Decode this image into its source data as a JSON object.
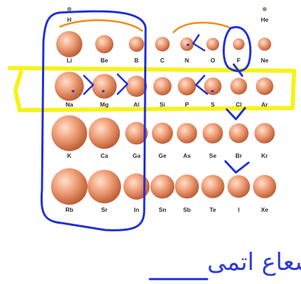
{
  "title": "شعاع اتمی",
  "colors": {
    "atom_light": "#ffe0cc",
    "atom_mid": "#f0a07a",
    "atom_dark": "#b8572e",
    "highlight": "#f4f200",
    "ink_blue": "#1f2fd6",
    "ink_orange": "#f08a1c"
  },
  "periodic_rows": [
    {
      "period": 1,
      "elements": [
        {
          "symbol": "H",
          "group": 1,
          "size": 0.12
        },
        {
          "symbol": "He",
          "group": 8,
          "size": 0.1
        }
      ]
    },
    {
      "period": 2,
      "elements": [
        {
          "symbol": "Li",
          "group": 1,
          "size": 0.72
        },
        {
          "symbol": "Be",
          "group": 2,
          "size": 0.5
        },
        {
          "symbol": "B",
          "group": 3,
          "size": 0.42
        },
        {
          "symbol": "C",
          "group": 4,
          "size": 0.4
        },
        {
          "symbol": "N",
          "group": 5,
          "size": 0.37
        },
        {
          "symbol": "O",
          "group": 6,
          "size": 0.35
        },
        {
          "symbol": "F",
          "group": 7,
          "size": 0.32
        },
        {
          "symbol": "Ne",
          "group": 8,
          "size": 0.36
        }
      ]
    },
    {
      "period": 3,
      "elements": [
        {
          "symbol": "Na",
          "group": 1,
          "size": 0.8
        },
        {
          "symbol": "Mg",
          "group": 2,
          "size": 0.68
        },
        {
          "symbol": "Al",
          "group": 3,
          "size": 0.58
        },
        {
          "symbol": "Si",
          "group": 4,
          "size": 0.5
        },
        {
          "symbol": "P",
          "group": 5,
          "size": 0.5
        },
        {
          "symbol": "S",
          "group": 6,
          "size": 0.48
        },
        {
          "symbol": "Cl",
          "group": 7,
          "size": 0.46
        },
        {
          "symbol": "Ar",
          "group": 8,
          "size": 0.48
        }
      ]
    },
    {
      "period": 4,
      "elements": [
        {
          "symbol": "K",
          "group": 1,
          "size": 0.98
        },
        {
          "symbol": "Ca",
          "group": 2,
          "size": 0.86
        },
        {
          "symbol": "Ga",
          "group": 3,
          "size": 0.62
        },
        {
          "symbol": "Ge",
          "group": 4,
          "size": 0.58
        },
        {
          "symbol": "As",
          "group": 5,
          "size": 0.56
        },
        {
          "symbol": "Se",
          "group": 6,
          "size": 0.56
        },
        {
          "symbol": "Br",
          "group": 7,
          "size": 0.54
        },
        {
          "symbol": "Kr",
          "group": 8,
          "size": 0.56
        }
      ]
    },
    {
      "period": 5,
      "elements": [
        {
          "symbol": "Rb",
          "group": 1,
          "size": 1.0
        },
        {
          "symbol": "Sr",
          "group": 2,
          "size": 0.92
        },
        {
          "symbol": "In",
          "group": 3,
          "size": 0.72
        },
        {
          "symbol": "Sn",
          "group": 4,
          "size": 0.66
        },
        {
          "symbol": "Sb",
          "group": 5,
          "size": 0.66
        },
        {
          "symbol": "Te",
          "group": 6,
          "size": 0.64
        },
        {
          "symbol": "I",
          "group": 7,
          "size": 0.62
        },
        {
          "symbol": "Xe",
          "group": 8,
          "size": 0.64
        }
      ]
    }
  ]
}
